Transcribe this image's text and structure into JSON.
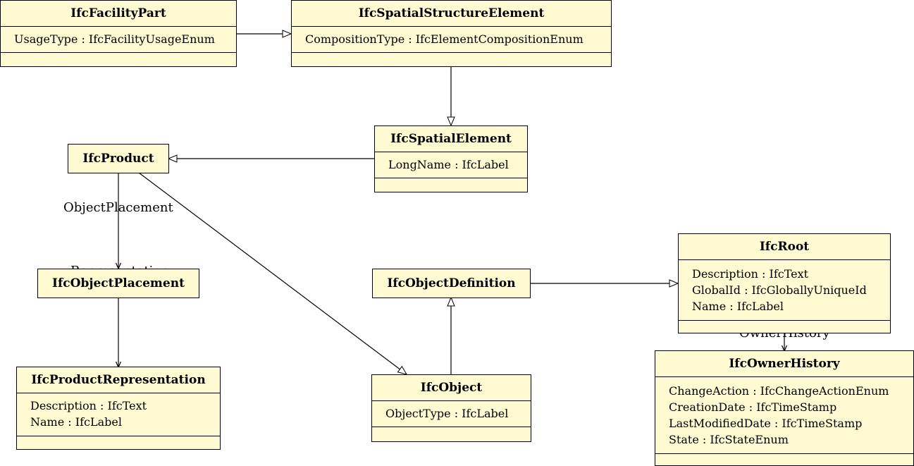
{
  "classes": {
    "facility_part": {
      "name": "IfcFacilityPart",
      "attributes": [
        "UsageType : IfcFacilityUsageEnum"
      ]
    },
    "spatial_structure_element": {
      "name": "IfcSpatialStructureElement",
      "attributes": [
        "CompositionType : IfcElementCompositionEnum"
      ]
    },
    "spatial_element": {
      "name": "IfcSpatialElement",
      "attributes": [
        "LongName : IfcLabel"
      ]
    },
    "product": {
      "name": "IfcProduct",
      "attributes": []
    },
    "object_placement": {
      "name": "IfcObjectPlacement",
      "attributes": []
    },
    "product_representation": {
      "name": "IfcProductRepresentation",
      "attributes": [
        "Description : IfcText",
        "Name : IfcLabel"
      ]
    },
    "object_definition": {
      "name": "IfcObjectDefinition",
      "attributes": []
    },
    "object": {
      "name": "IfcObject",
      "attributes": [
        "ObjectType : IfcLabel"
      ]
    },
    "root": {
      "name": "IfcRoot",
      "attributes": [
        "Description : IfcText",
        "GlobalId : IfcGloballyUniqueId",
        "Name : IfcLabel"
      ]
    },
    "owner_history": {
      "name": "IfcOwnerHistory",
      "attributes": [
        "ChangeAction : IfcChangeActionEnum",
        "CreationDate : IfcTimeStamp",
        "LastModifiedDate : IfcTimeStamp",
        "State : IfcStateEnum"
      ]
    }
  },
  "associations": {
    "object_placement": "ObjectPlacement",
    "representation": "Representation",
    "owner_history": "OwnerHistory"
  },
  "colors": {
    "box_fill": "#fffad2",
    "line": "#000000"
  }
}
